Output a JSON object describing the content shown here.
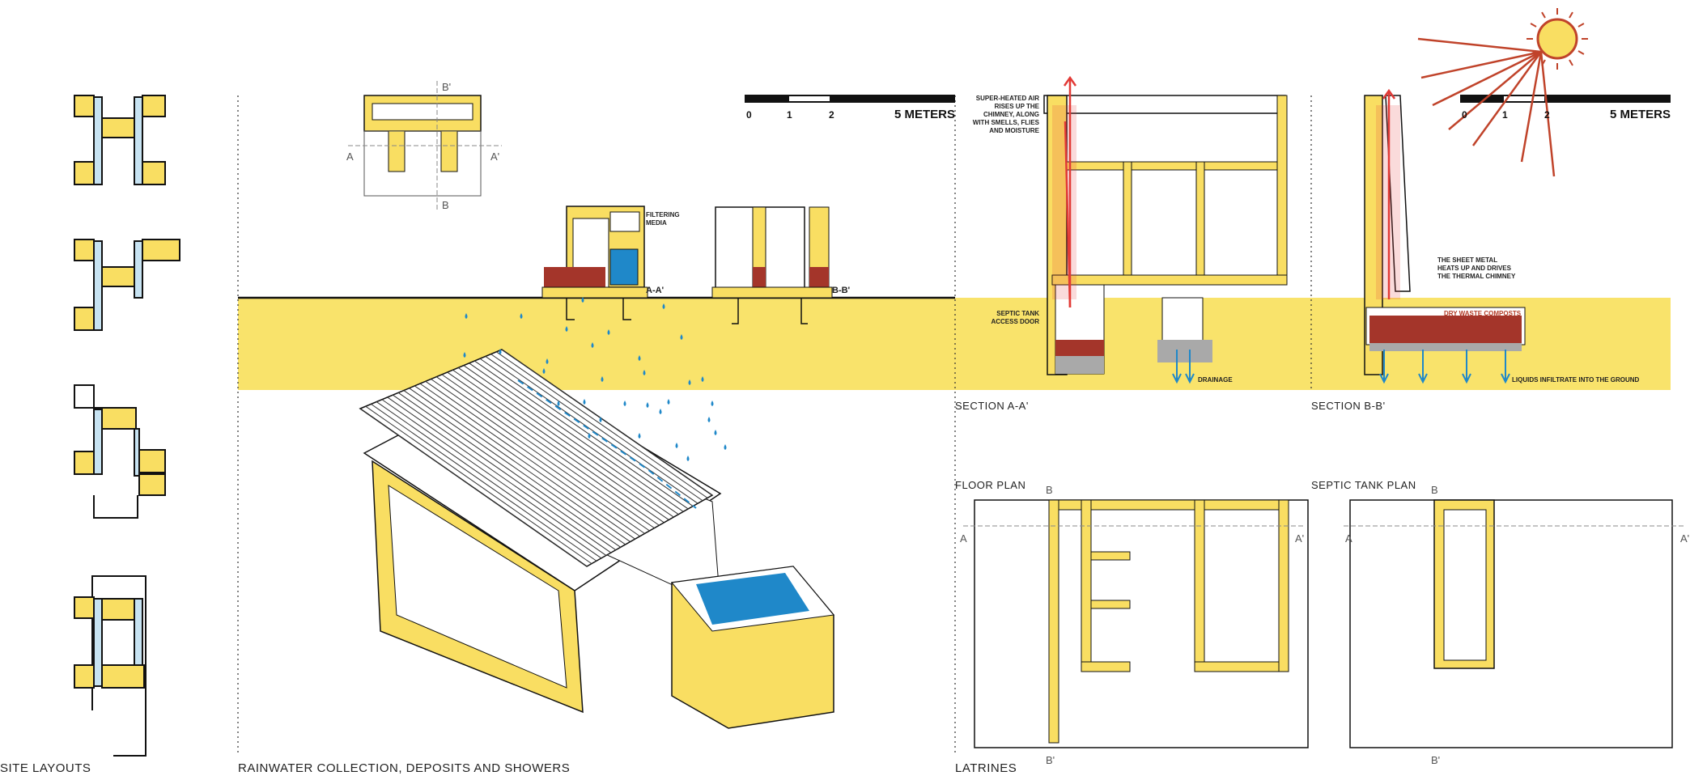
{
  "colors": {
    "yellow": "#f9de62",
    "ground": "#f9e36b",
    "water": "#1f88c9",
    "brick": "#a4352a",
    "red": "#e23a36",
    "sun_ray": "#c0432a",
    "light_blue": "#c7e3f2",
    "outline": "#111111"
  },
  "sections": {
    "site_layouts": "SITE LAYOUTS",
    "rainwater": "RAINWATER COLLECTION, DEPOSITS AND SHOWERS",
    "latrines": "LATRINES",
    "section_aa": "SECTION A-A'",
    "section_bb": "SECTION B-B'",
    "floor_plan": "FLOOR PLAN",
    "septic_tank_plan": "SEPTIC TANK PLAN"
  },
  "scale_left": {
    "ticks": [
      "0",
      "1",
      "2"
    ],
    "unit": "5 METERS"
  },
  "scale_right": {
    "ticks": [
      "0",
      "1",
      "2"
    ],
    "unit": "5 METERS"
  },
  "cut_labels": {
    "A": "A",
    "A_prime": "A'",
    "B": "B",
    "B_prime": "B'",
    "AA": "A-A'",
    "BB": "B-B'"
  },
  "annotations": {
    "filtering_media": [
      "FILTERING",
      "MEDIA"
    ],
    "super_heated_air": [
      "SUPER-HEATED AIR",
      "RISES UP THE",
      "CHIMNEY, ALONG",
      "WITH SMELLS, FLIES",
      "AND MOISTURE"
    ],
    "septic_tank_door": [
      "SEPTIC TANK",
      "ACCESS DOOR"
    ],
    "drainage": "DRAINAGE",
    "sheet_metal": [
      "THE SHEET METAL",
      "HEATS UP AND DRIVES",
      "THE THERMAL CHIMNEY"
    ],
    "dry_waste": "DRY WASTE COMPOSTS",
    "liquids": "LIQUIDS INFILTRATE INTO THE GROUND"
  },
  "icons": [
    "sun-icon",
    "water-drop-icon",
    "arrow-up-icon",
    "arrow-down-icon"
  ]
}
